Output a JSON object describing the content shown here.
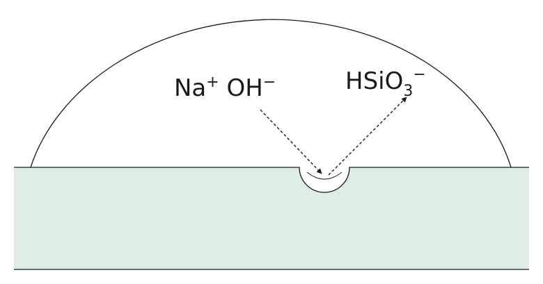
{
  "labels": {
    "reactant": {
      "na": "Na",
      "na_charge": "+",
      "oh": " OH",
      "oh_charge": "−"
    },
    "product": {
      "hsio": "HSiO",
      "subscript": "3",
      "charge": "−"
    }
  },
  "colors": {
    "substrate_fill": "#dfeee5",
    "line": "#1a1a1a"
  }
}
